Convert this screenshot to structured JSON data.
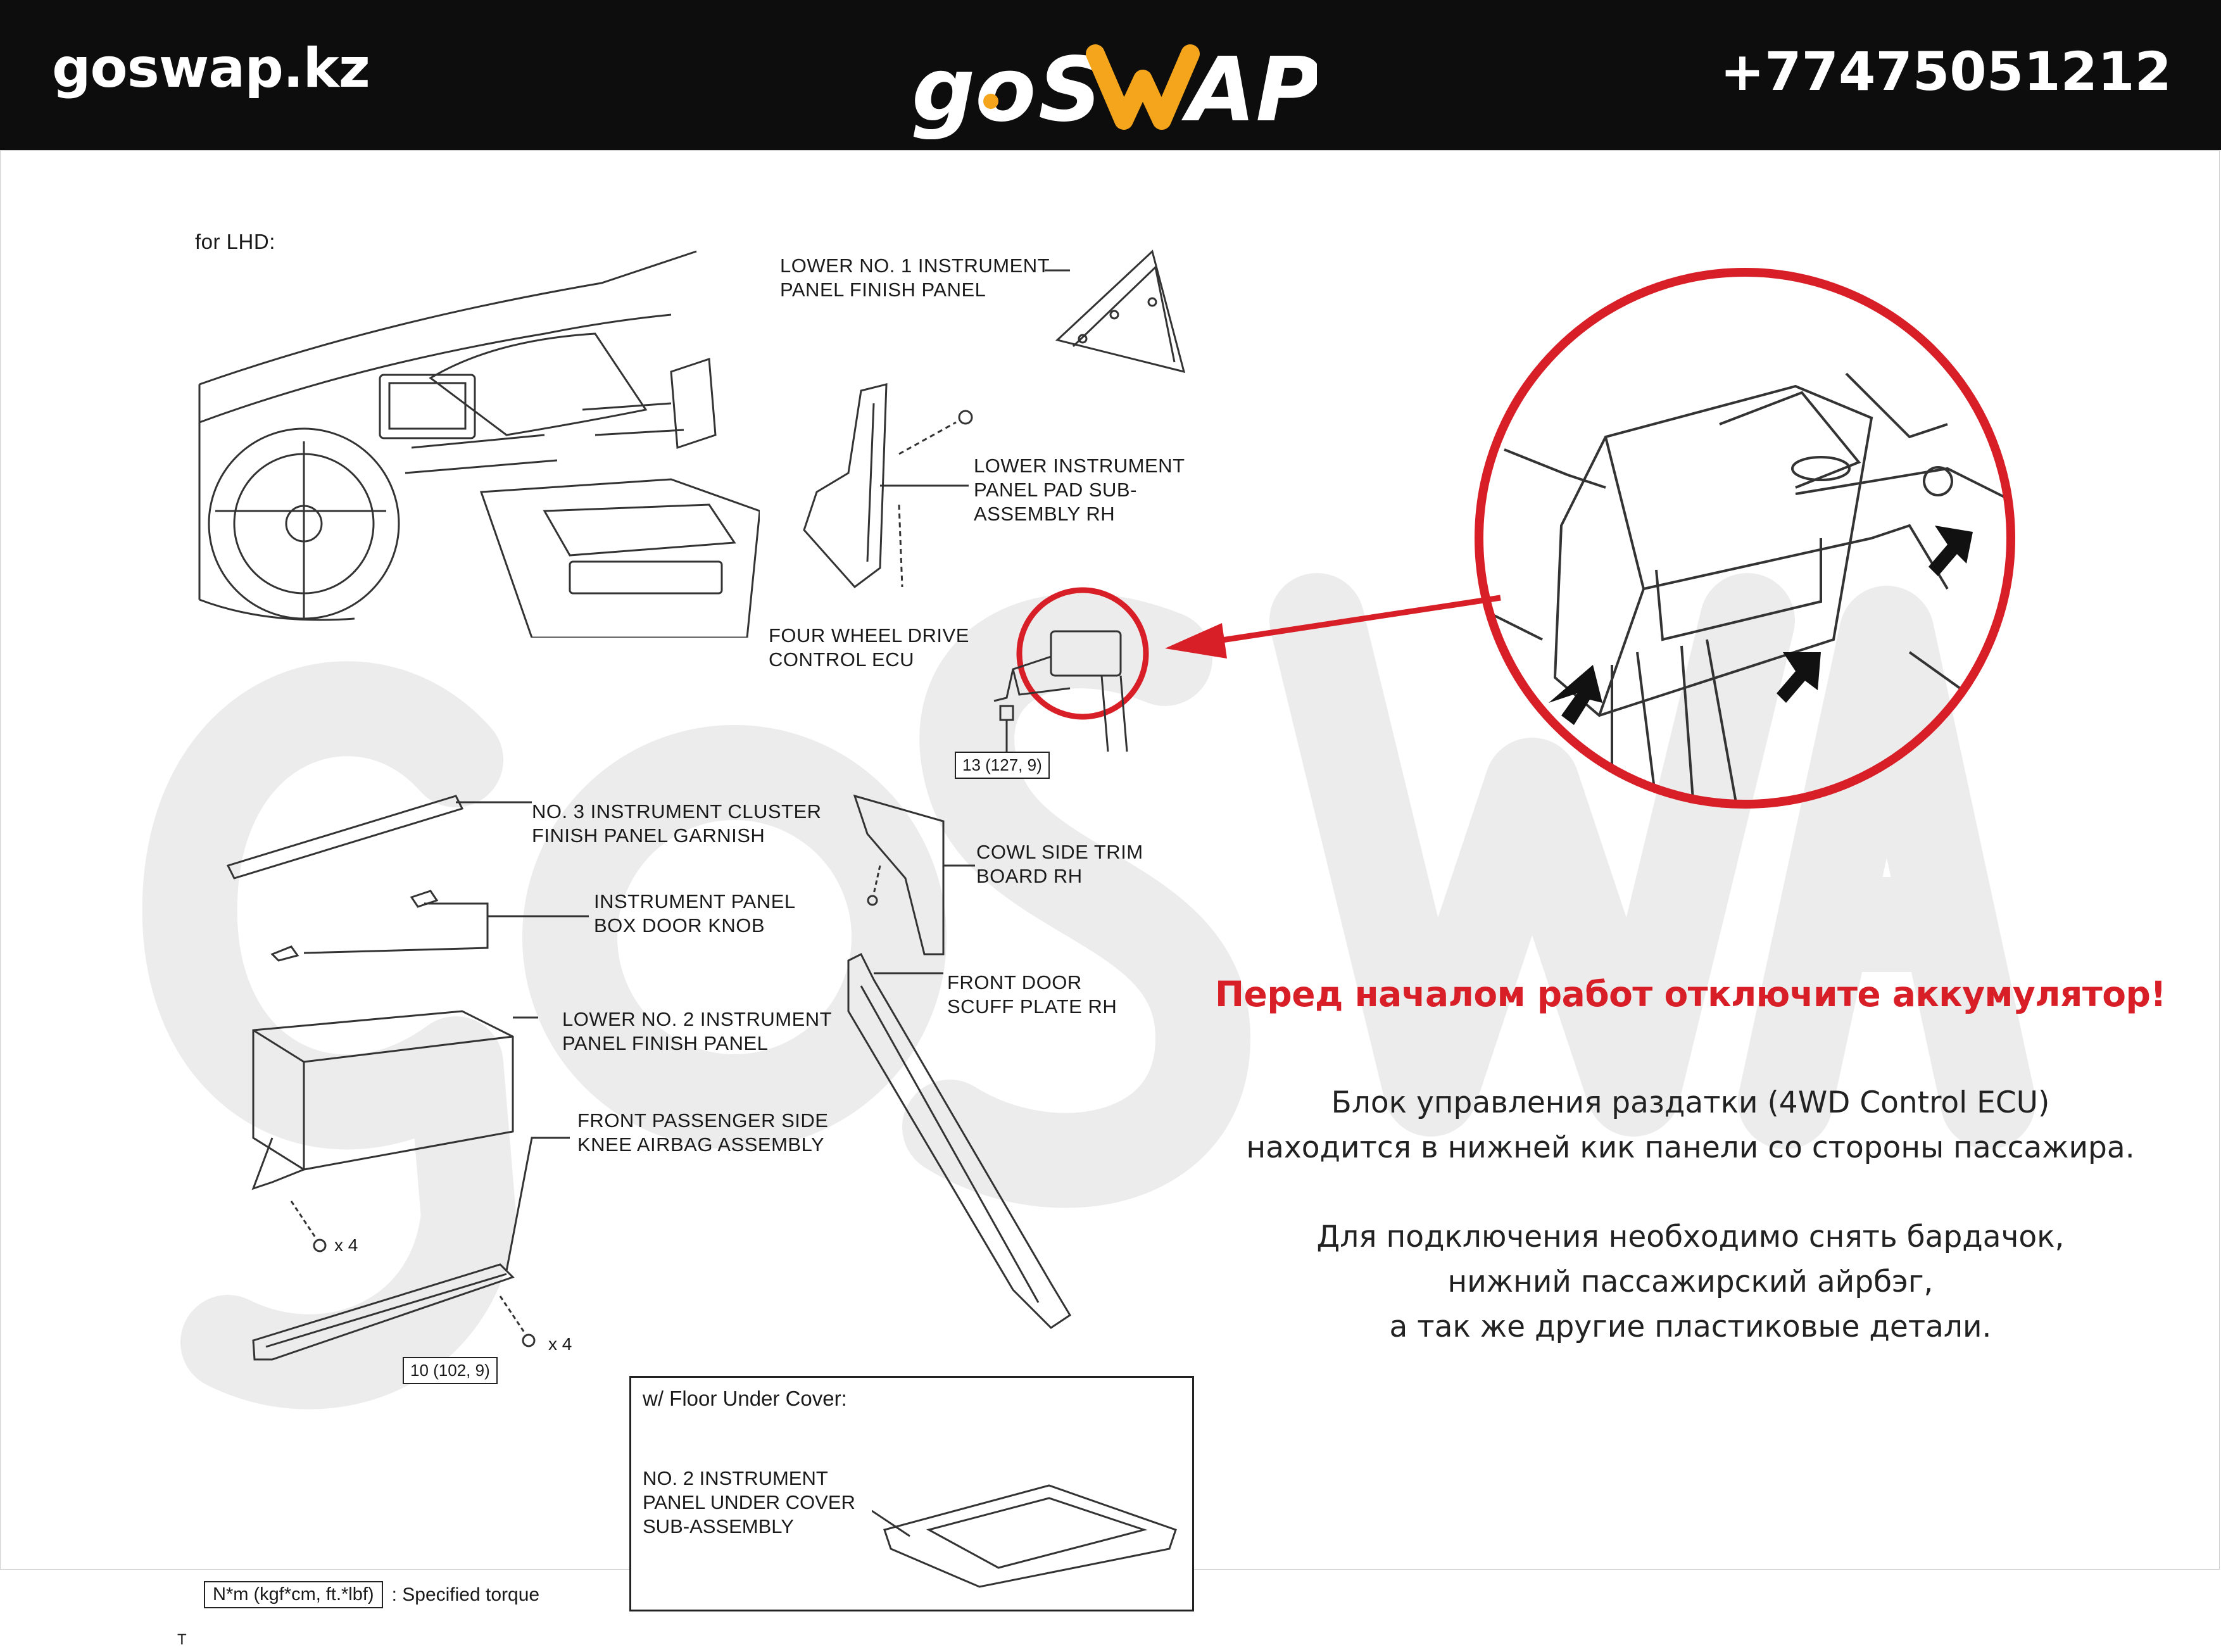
{
  "header": {
    "site": "goswap.kz",
    "logo_text": "goSWAP",
    "phone": "+77475051212"
  },
  "diagram": {
    "drive_side": "for LHD:",
    "labels": {
      "lower_no1": "LOWER NO. 1 INSTRUMENT\nPANEL FINISH PANEL",
      "lower_pad": "LOWER INSTRUMENT\nPANEL PAD SUB-\nASSEMBLY RH",
      "ecu": "FOUR WHEEL DRIVE\nCONTROL ECU",
      "cluster_garnish": "NO. 3 INSTRUMENT CLUSTER\nFINISH PANEL GARNISH",
      "box_knob": "INSTRUMENT PANEL\nBOX DOOR KNOB",
      "cowl_trim": "COWL SIDE TRIM\nBOARD RH",
      "scuff_plate": "FRONT DOOR\nSCUFF PLATE RH",
      "lower_no2": "LOWER NO. 2 INSTRUMENT\nPANEL FINISH PANEL",
      "knee_airbag": "FRONT PASSENGER SIDE\nKNEE AIRBAG ASSEMBLY"
    },
    "torque_ecu": "13 (127, 9)",
    "torque_airbag": "10 (102, 9)",
    "mult_glovebox": "x 4",
    "mult_airbag": "x 4",
    "floor_box": {
      "title": "w/ Floor Under Cover:",
      "part": "NO. 2 INSTRUMENT\nPANEL UNDER COVER\nSUB-ASSEMBLY"
    },
    "legend_units": "N*m (kgf*cm, ft.*lbf)",
    "legend_text": ": Specified torque",
    "corner_mark": "T"
  },
  "text": {
    "warning": "Перед началом работ отключите аккумулятор!",
    "info1_line1": "Блок управления раздатки (4WD Control ECU)",
    "info1_line2": "находится в нижней кик панели со стороны пассажира.",
    "info2_line1": "Для подключения необходимо снять бардачок,",
    "info2_line2": "нижний пассажирский айрбэг,",
    "info2_line3": "а так же другие пластиковые детали."
  },
  "colors": {
    "header_bg": "#0d0d0d",
    "accent_red": "#d81e26",
    "logo_orange": "#f5a51c"
  }
}
